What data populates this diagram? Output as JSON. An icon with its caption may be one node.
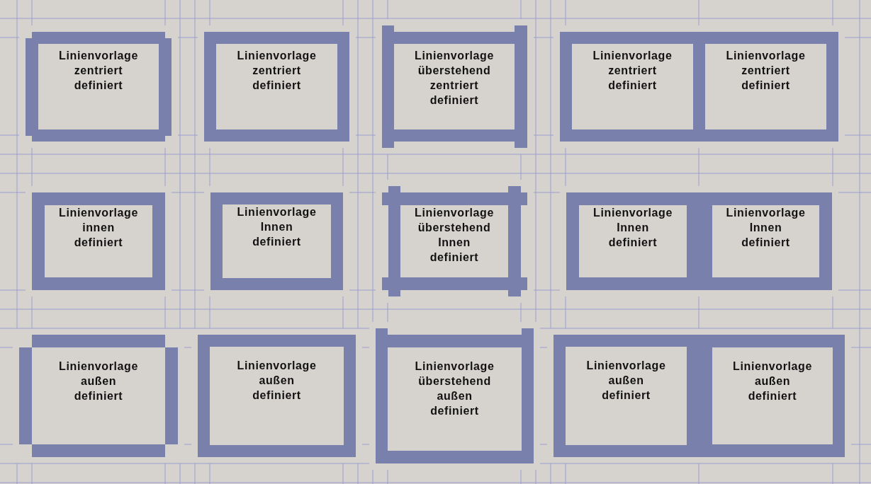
{
  "diagram": {
    "nodes": [
      {
        "text": [
          "Linienvorlage zentriert definiert"
        ]
      },
      {
        "text": [
          "Linienvorlage zentriert definiert"
        ]
      },
      {
        "text": [
          "Linienvorlage überstehend zentriert definiert"
        ]
      },
      {
        "text": [
          "Linienvorlage zentriert definiert"
        ]
      },
      {
        "text": [
          "Linienvorlage zentriert definiert"
        ]
      },
      {
        "text": [
          "Linienvorlage innen definiert"
        ]
      },
      {
        "text": [
          "Linienvorlage Innen definiert"
        ]
      },
      {
        "text": [
          "Linienvorlage überstehend Innen definiert"
        ]
      },
      {
        "text": [
          "Linienvorlage Innen definiert"
        ]
      },
      {
        "text": [
          "Linienvorlage Innen definiert"
        ]
      },
      {
        "text": [
          "Linienvorlage außen definiert"
        ]
      },
      {
        "text": [
          "Linienvorlage außen definiert"
        ]
      },
      {
        "text": [
          "Linienvorlage überstehend außen definiert"
        ]
      },
      {
        "text": [
          "Linienvorlage außen definiert"
        ]
      },
      {
        "text": [
          "Linienvorlage außen definiert"
        ]
      }
    ]
  }
}
